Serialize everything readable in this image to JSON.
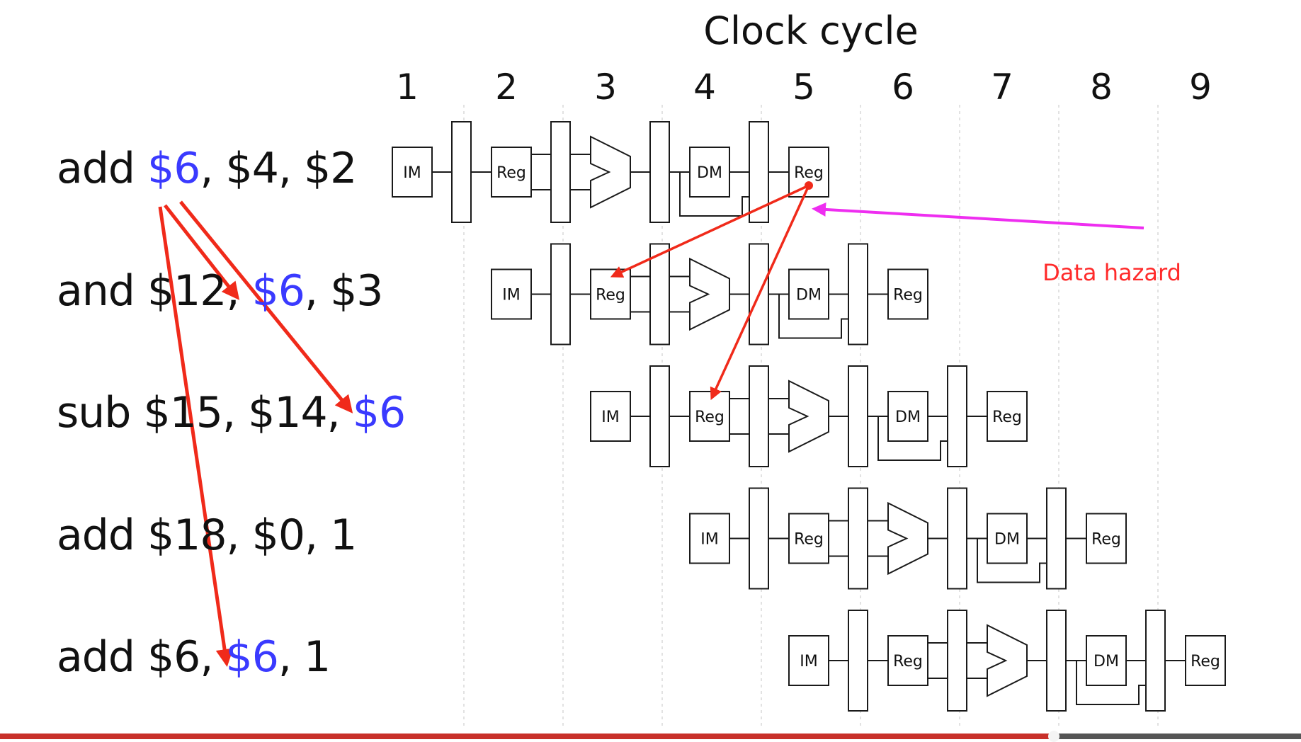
{
  "title": "Clock cycle",
  "cycles": [
    "1",
    "2",
    "3",
    "4",
    "5",
    "6",
    "7",
    "8",
    "9"
  ],
  "instructions": [
    {
      "parts": [
        {
          "t": "add "
        },
        {
          "t": "$6",
          "hi": true
        },
        {
          "t": ", $4, $2"
        }
      ]
    },
    {
      "parts": [
        {
          "t": "and $12, "
        },
        {
          "t": "$6",
          "hi": true
        },
        {
          "t": ", $3"
        }
      ]
    },
    {
      "parts": [
        {
          "t": "sub $15, $14, "
        },
        {
          "t": "$6",
          "hi": true
        }
      ]
    },
    {
      "parts": [
        {
          "t": "add $18, $0, 1"
        }
      ]
    },
    {
      "parts": [
        {
          "t": "add $6, "
        },
        {
          "t": "$6",
          "hi": true
        },
        {
          "t": ", 1"
        }
      ]
    }
  ],
  "stage_labels": {
    "im": "IM",
    "reg": "Reg",
    "dm": "DM"
  },
  "hazard_label": "Data hazard",
  "colors": {
    "highlight": "#3a3aff",
    "dependency_arrow": "#f02a1a",
    "hazard_arrow": "#ee2ef0",
    "hazard_text": "#ff2a2a",
    "progress": "#c8302a"
  },
  "player": {
    "progress_percent": 81
  }
}
